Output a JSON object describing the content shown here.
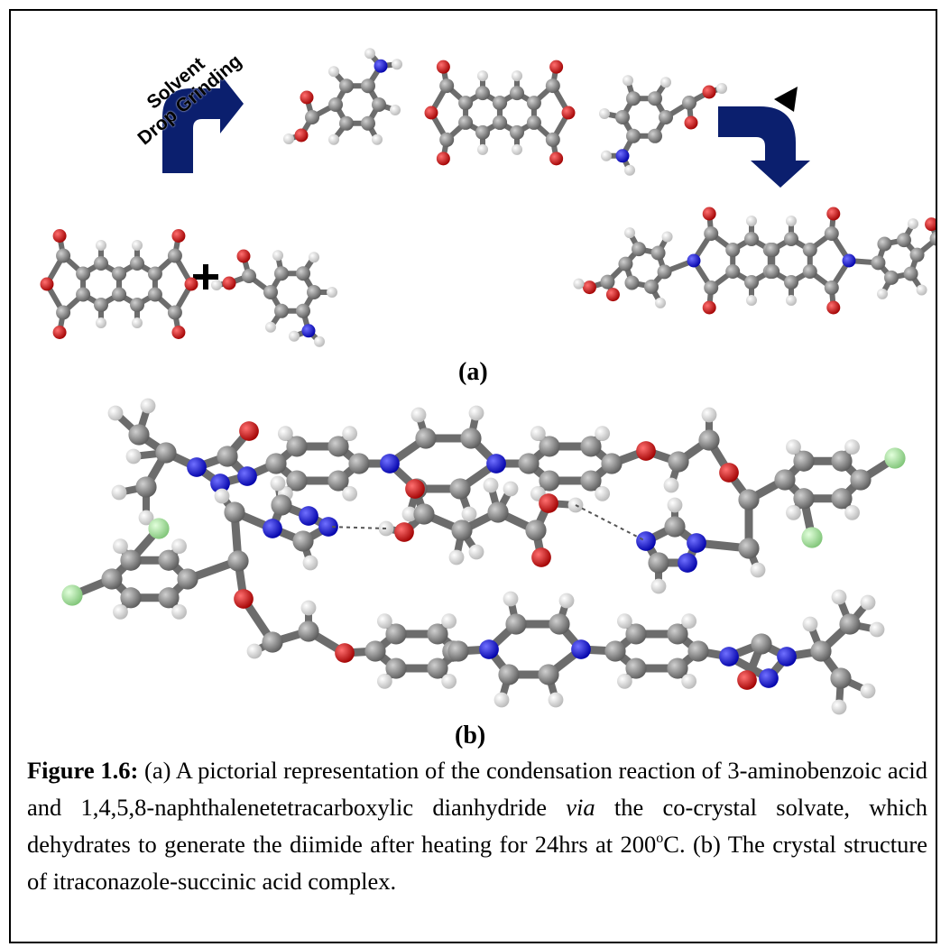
{
  "figure": {
    "arrow_label_line1": "Solvent",
    "arrow_label_line2": "Drop Grinding",
    "plus_sign": "+",
    "panel_a_label": "(a)",
    "panel_b_label": "(b)",
    "colors": {
      "carbon": "#8a8a8a",
      "oxygen": "#e00000",
      "nitrogen": "#1010ee",
      "hydrogen": "#f2f2f2",
      "fluorine": "#a8e6a0",
      "arrow": "#0b1f6e"
    }
  },
  "caption": {
    "label": "Figure 1.6:",
    "text_part1": " (a) A pictorial representation of the condensation reaction of 3-aminobenzoic acid and 1,4,5,8-naphthalenetetracarboxylic dianhydride ",
    "text_italic": "via",
    "text_part2": " the co-crystal solvate, which dehydrates to generate the diimide after heating for 24hrs at 200",
    "superscript": "o",
    "text_part3": "C. (b) The crystal structure of itraconazole-succinic acid complex."
  }
}
